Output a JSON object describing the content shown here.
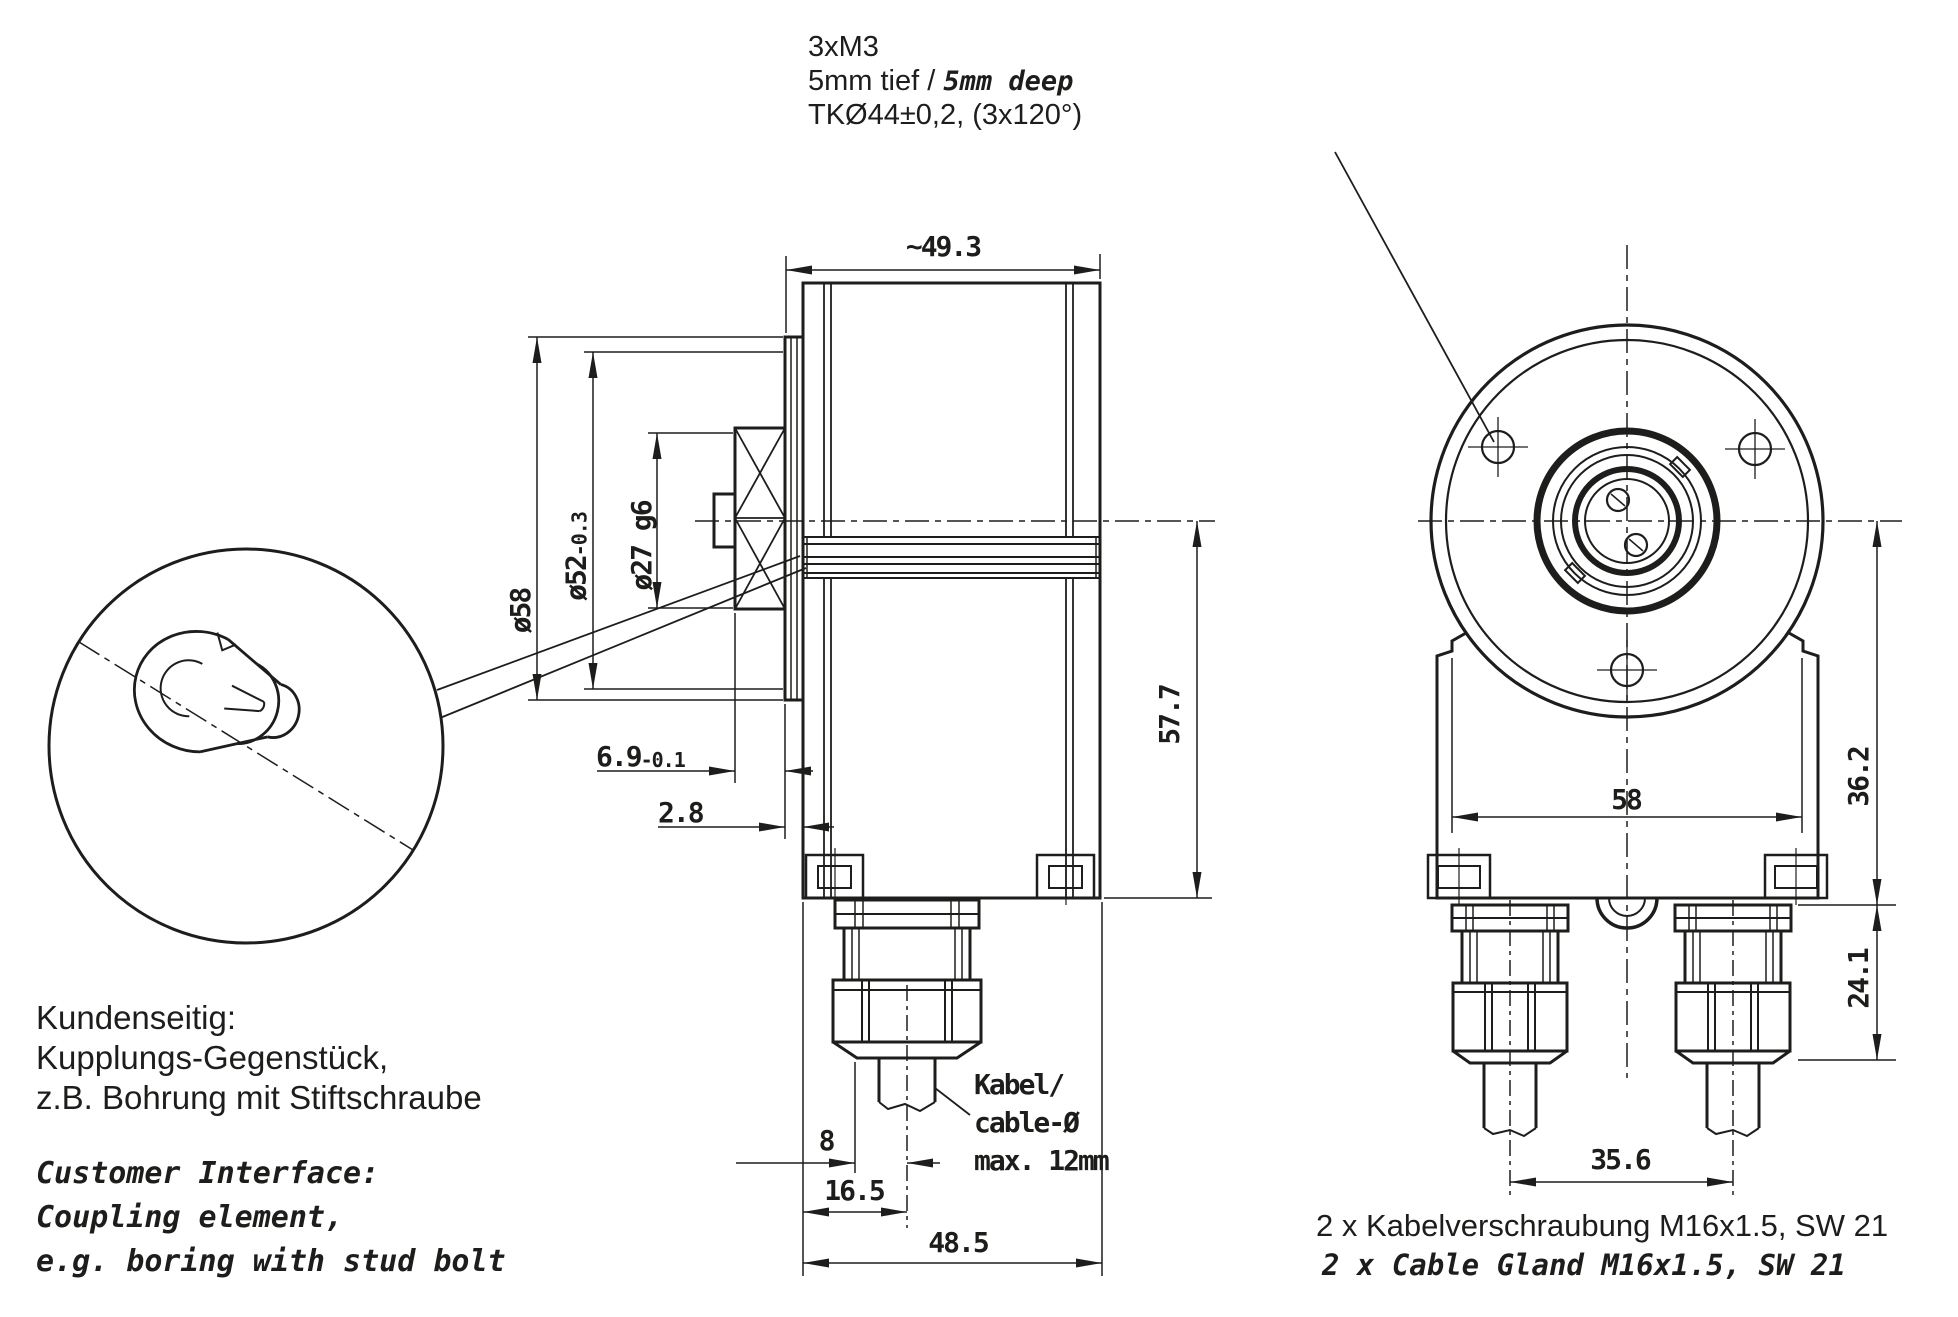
{
  "top_note": {
    "line1": "3xM3",
    "line2_de": "5mm tief / ",
    "line2_en": "5mm deep",
    "line3": "TKØ44±0,2, (3x120°)"
  },
  "left_note": {
    "de1": "Kundenseitig:",
    "de2": "Kupplungs-Gegenstück,",
    "de3": "z.B. Bohrung mit Stiftschraube",
    "en1": "Customer Interface:",
    "en2": "Coupling element,",
    "en3": "e.g. boring with stud bolt"
  },
  "cable_note": {
    "l1": "Kabel/",
    "l2": "cable-Ø",
    "l3": "max. 12mm"
  },
  "gland_note": {
    "de": "2 x Kabelverschraubung M16x1.5, SW 21",
    "en": "2 x Cable Gland M16x1.5, SW 21"
  },
  "dims": {
    "top_width": "~49.3",
    "dia_body": "ø58",
    "dia_flange_main": "ø52",
    "dia_flange_tol": "-0.3",
    "dia_shaft": "ø27 g6",
    "collar_main": "6.9",
    "collar_tol": "-0.1",
    "flange_thk": "2.8",
    "height": "57.7",
    "offset_a": "8",
    "offset_b": "16.5",
    "bottom_width": "48.5",
    "front_width": "58",
    "front_upper": "36.2",
    "front_lower": "24.1",
    "gland_spacing": "35.6"
  },
  "colors": {
    "line": "#1d1d1b",
    "background": "#ffffff"
  }
}
